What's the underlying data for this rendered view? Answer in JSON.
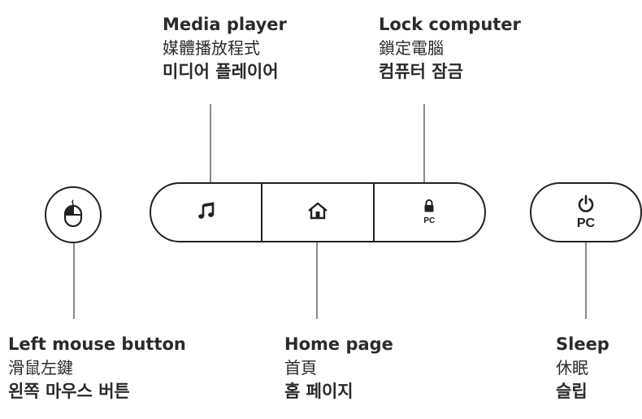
{
  "callouts": {
    "media_player": {
      "en": "Media player",
      "zh": "媒體播放程式",
      "ko": "미디어 플레이어"
    },
    "lock_computer": {
      "en": "Lock computer",
      "zh": "鎖定電腦",
      "ko": "컴퓨터 잠금"
    },
    "left_mouse": {
      "en": "Left mouse button",
      "zh": "滑鼠左鍵",
      "ko": "왼쪽 마우스 버튼"
    },
    "home_page": {
      "en": "Home page",
      "zh": "首頁",
      "ko": "홈 페이지"
    },
    "sleep": {
      "en": "Sleep",
      "zh": "休眠",
      "ko": "슬립"
    }
  },
  "buttons": {
    "lock_pc_label": "PC",
    "sleep_pc_label": "PC"
  },
  "icons": {
    "mouse": "mouse-icon",
    "music": "music-note-icon",
    "home": "home-icon",
    "lock": "lock-icon",
    "power": "power-icon"
  }
}
